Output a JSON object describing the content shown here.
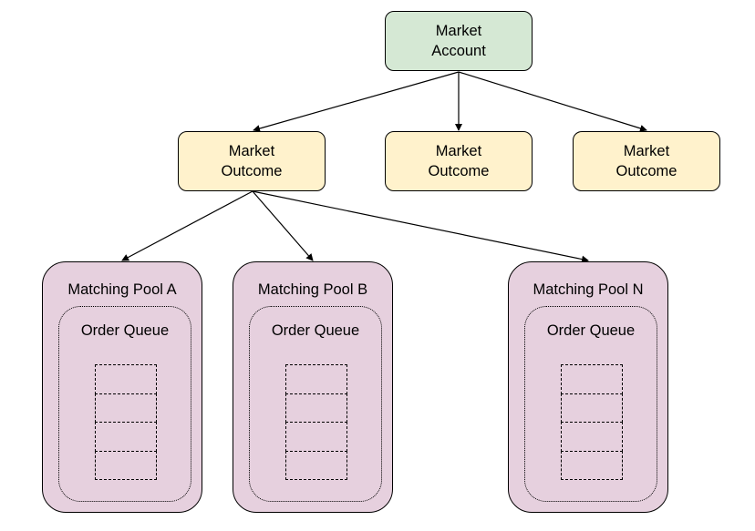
{
  "account": {
    "line1": "Market",
    "line2": "Account"
  },
  "outcomes": [
    {
      "line1": "Market",
      "line2": "Outcome"
    },
    {
      "line1": "Market",
      "line2": "Outcome"
    },
    {
      "line1": "Market",
      "line2": "Outcome"
    }
  ],
  "pools": [
    {
      "title": "Matching Pool A",
      "queue_title": "Order Queue",
      "slot_count": 4
    },
    {
      "title": "Matching Pool B",
      "queue_title": "Order Queue",
      "slot_count": 4
    },
    {
      "title": "Matching Pool N",
      "queue_title": "Order Queue",
      "slot_count": 4
    }
  ],
  "colors": {
    "account_fill": "#d5e8d4",
    "outcome_fill": "#fff2cc",
    "pool_fill": "#e6d0de",
    "stroke": "#000000"
  }
}
